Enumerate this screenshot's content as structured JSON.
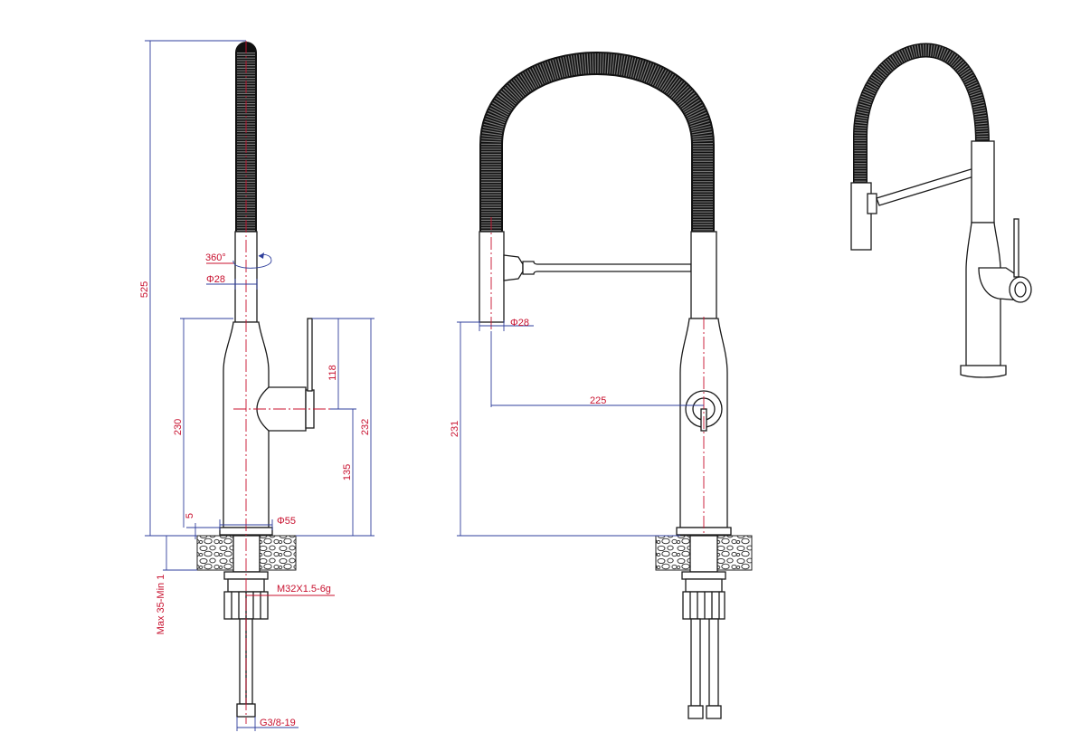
{
  "side_view": {
    "rotation": "360°",
    "spout_diameter": "Φ28",
    "overall_height": "525",
    "body_height": "230",
    "handle_height": "118",
    "top_height": "232",
    "handle_axis_height": "135",
    "base_offset": "5",
    "base_diameter": "Φ55",
    "deck_thickness": "Max 35-Min 1",
    "mount_thread": "M32X1.5-6g",
    "hose_thread": "G3/8-19"
  },
  "front_view": {
    "spray_diameter": "Φ28",
    "reach": "225",
    "spray_height": "231"
  }
}
